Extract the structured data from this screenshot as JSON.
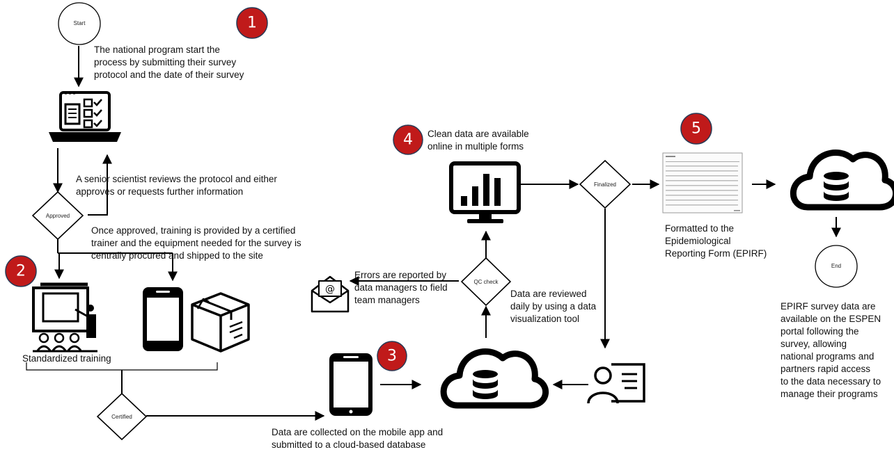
{
  "nodes": {
    "start": "Start",
    "end": "End",
    "approved": "Approved",
    "certified": "Certified",
    "qc_check": "QC check",
    "finalized": "Finalized"
  },
  "badges": {
    "b1": "1",
    "b2": "2",
    "b3": "3",
    "b4": "4",
    "b5": "5"
  },
  "texts": {
    "t1": "The national program start the\nprocess by submitting their survey\nprotocol and the date of their survey",
    "t2": "A senior scientist reviews the protocol and either\napproves or requests further information",
    "t3": "Once approved, training is provided by a certified\ntrainer and the equipment needed for the survey is\ncentrally procured and shipped to the site",
    "t4": "Standardized training",
    "t5": "Data are collected on the mobile app and\nsubmitted to a cloud-based database",
    "t6": "Errors are reported by\ndata managers to field\nteam managers",
    "t7": "Data are reviewed\ndaily by using a data\nvisualization tool",
    "t8": "Clean data are available\nonline in multiple forms",
    "t9": "Formatted to the\nEpidemiological\nReporting Form (EPIRF)",
    "t10": "EPIRF survey data are\navailable on the ESPEN\nportal following the\nsurvey, allowing\nnational programs and\npartners rapid access\nto the data necessary to\nmanage their programs"
  },
  "icons": [
    "laptop-checklist-icon",
    "training-presentation-icon",
    "mobile-phone-icon",
    "shipping-box-icon",
    "mobile-phone-icon",
    "cloud-database-icon",
    "user-profile-card-icon",
    "email-icon",
    "bar-chart-monitor-icon",
    "epirf-document-icon"
  ],
  "colors": {
    "badge": "#c01a1a",
    "line": "#000000"
  }
}
